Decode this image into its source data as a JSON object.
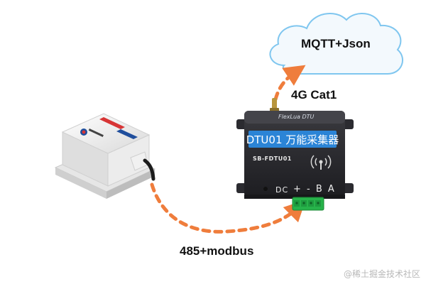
{
  "labels": {
    "cloud": "MQTT+Json",
    "link_cloud": "4G Cat1",
    "link_sensor": "485+modbus"
  },
  "dtu": {
    "brand": "FlexLua DTU",
    "title": "DTU01 万能采集器",
    "model": "SB-FDTU01",
    "port_label": "DC",
    "pins_label": "+ - B A"
  },
  "watermark": "@稀土掘金技术社区",
  "colors": {
    "arrow": "#ef7d3c",
    "cloud_stroke": "#7fc6ef",
    "cloud_fill": "#f3f9fd",
    "dtu_body": "#2a2a2e",
    "dtu_title_bar": "#2b84d6",
    "terminal": "#27b34a",
    "sensor_stripe_red": "#d73535",
    "sensor_stripe_blue": "#1f4e9c"
  },
  "icons": {
    "signal": "signal-icon"
  }
}
